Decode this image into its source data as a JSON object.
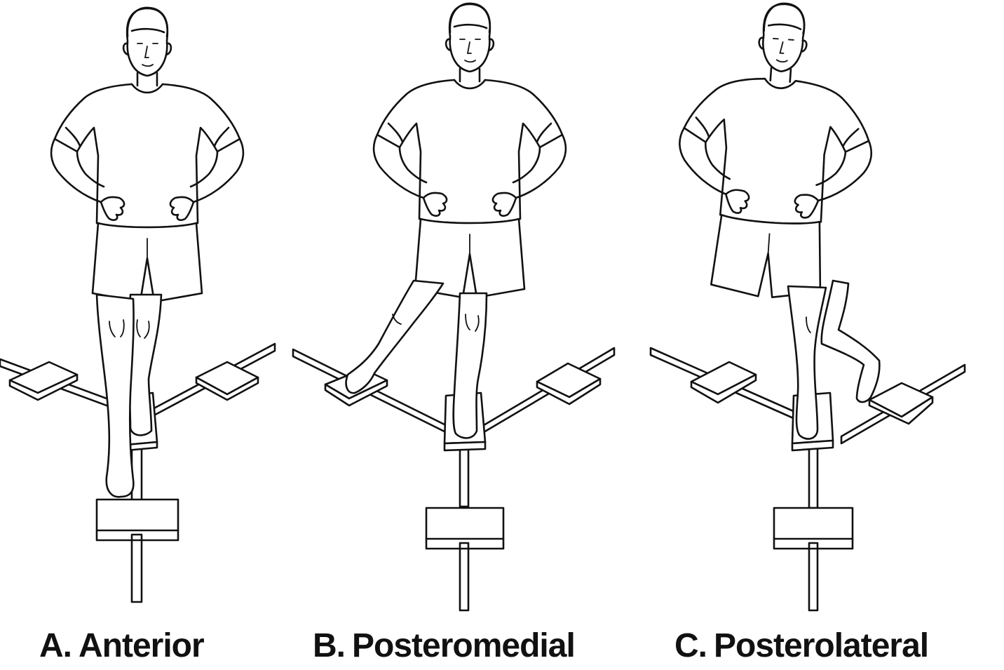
{
  "panels": [
    {
      "letter": "A.",
      "label": "Anterior"
    },
    {
      "letter": "B.",
      "label": "Posteromedial"
    },
    {
      "letter": "C.",
      "label": "Posterolateral"
    }
  ],
  "colors": {
    "ink": "#111111",
    "background": "#ffffff"
  }
}
